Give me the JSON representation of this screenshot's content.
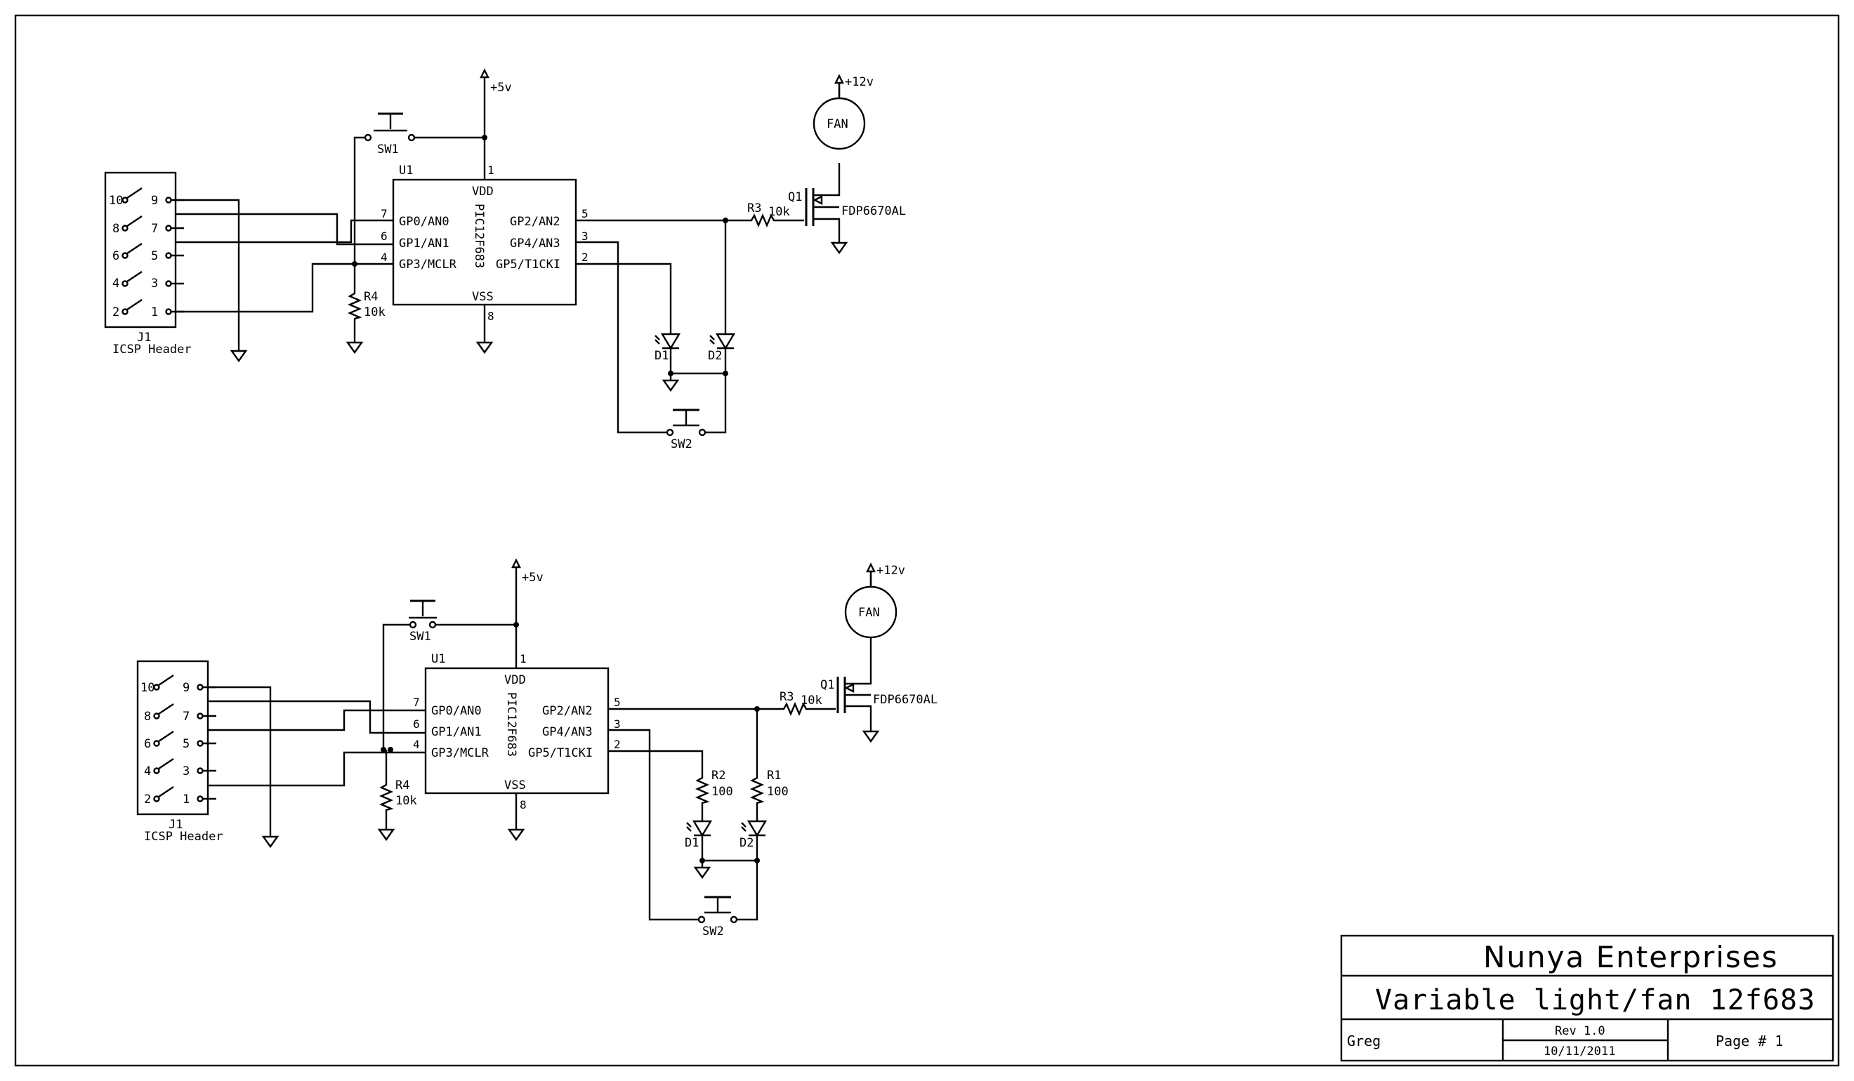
{
  "title_block": {
    "company": "Nunya Enterprises",
    "title": "Variable light/fan 12f683",
    "author": "Greg",
    "revision": "Rev 1.0",
    "date": "10/11/2011",
    "page": "Page # 1"
  },
  "labels": {
    "vcc5": "+5v",
    "vcc12": "+12v",
    "u1_ref": "U1",
    "u1_part": "PIC12F683",
    "vdd": "VDD",
    "vss": "VSS",
    "gp0": "GP0/AN0",
    "gp1": "GP1/AN1",
    "gp3": "GP3/MCLR",
    "gp2": "GP2/AN2",
    "gp4": "GP4/AN3",
    "gp5": "GP5/T1CKI",
    "pin1": "1",
    "pin2": "2",
    "pin3": "3",
    "pin4": "4",
    "pin5": "5",
    "pin6": "6",
    "pin7": "7",
    "pin8": "8",
    "sw1": "SW1",
    "sw2": "SW2",
    "r4": "R4",
    "r3": "R3",
    "r2": "R2",
    "r1": "R1",
    "val10k": "10k",
    "val100": "100",
    "d1": "D1",
    "d2": "D2",
    "q1": "Q1",
    "mosfet": "FDP6670AL",
    "fan": "FAN",
    "j1": "J1",
    "icsp": "ICSP Header",
    "hp10": "10",
    "hp9": "9",
    "hp8": "8",
    "hp7": "7",
    "hp6": "6",
    "hp5": "5",
    "hp4": "4",
    "hp3": "3",
    "hp2": "2",
    "hp1": "1"
  }
}
